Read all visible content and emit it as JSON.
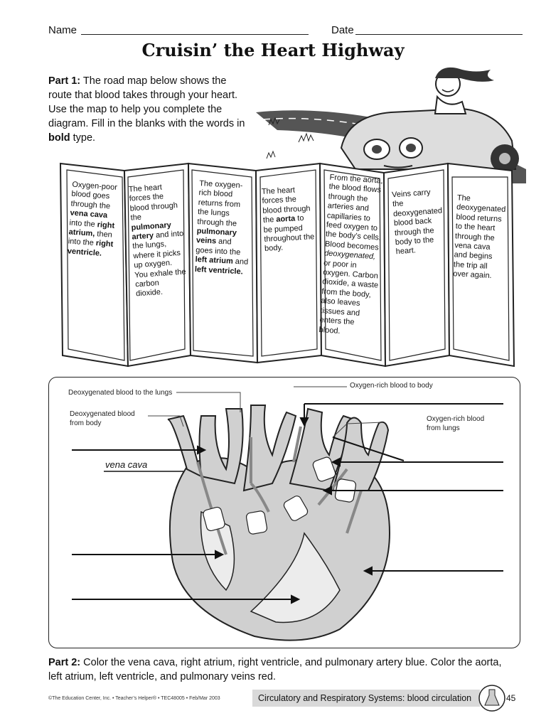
{
  "header": {
    "name_label": "Name",
    "date_label": "Date"
  },
  "title": "Cruisin’ the Heart Highway",
  "part1": {
    "label": "Part 1:",
    "text_a": " The road map below shows the route that blood takes through your heart. Use the map to help you complete the diagram. Fill in the blanks with the words in ",
    "bold_word": "bold",
    "text_b": " type."
  },
  "panels": [
    {
      "pre": "Oxygen-poor blood goes through the ",
      "b1": "vena cava",
      "mid": " into the ",
      "b2": "right atrium,",
      "post": " then into the ",
      "b3": "right ventricle.",
      "end": ""
    },
    {
      "pre": "The heart forces the blood through the ",
      "b1": "pulmonary artery",
      "mid": " and into the lungs, where it picks up oxygen. You exhale the carbon dioxide.",
      "b2": "",
      "post": "",
      "b3": "",
      "end": ""
    },
    {
      "pre": "The oxygen-rich blood returns from the lungs through the ",
      "b1": "pulmonary veins",
      "mid": " and goes into the ",
      "b2": "left atrium",
      "post": " and ",
      "b3": "left ventricle.",
      "end": ""
    },
    {
      "pre": "The heart forces the blood through the ",
      "b1": "aorta",
      "mid": " to be pumped throughout the body.",
      "b2": "",
      "post": "",
      "b3": "",
      "end": ""
    },
    {
      "pre": "From the aorta, the blood flows through the arteries and capillaries to feed oxygen to the body’s cells. Blood becomes ",
      "i1": "deoxygenated,",
      "post": " or poor in oxygen. Carbon dioxide, a waste from the body, also leaves tissues and enters the blood."
    },
    {
      "pre": "Veins carry the deoxygenated blood back through the body to the heart."
    },
    {
      "pre": "The deoxygenated blood returns to the heart through the vena cava and begins the trip all over again."
    }
  ],
  "diagram": {
    "label_deoxy_lungs": "Deoxygenated blood to the lungs",
    "label_deoxy_body": "Deoxygenated blood from body",
    "label_oxy_body": "Oxygen-rich blood to body",
    "label_oxy_lungs": "Oxygen-rich blood from lungs",
    "label_vena_cava": "vena cava"
  },
  "part2": {
    "label": "Part 2:",
    "text": " Color the vena cava, right atrium, right ventricle, and pulmonary artery blue. Color the aorta, left atrium, left ventricle, and pulmonary veins red."
  },
  "footer": {
    "copyright": "©The Education Center, Inc. • Teacher’s Helper® • TEC48005 • Feb/Mar 2003",
    "topic": "Circulatory and Respiratory Systems: blood circulation",
    "page": "45"
  }
}
